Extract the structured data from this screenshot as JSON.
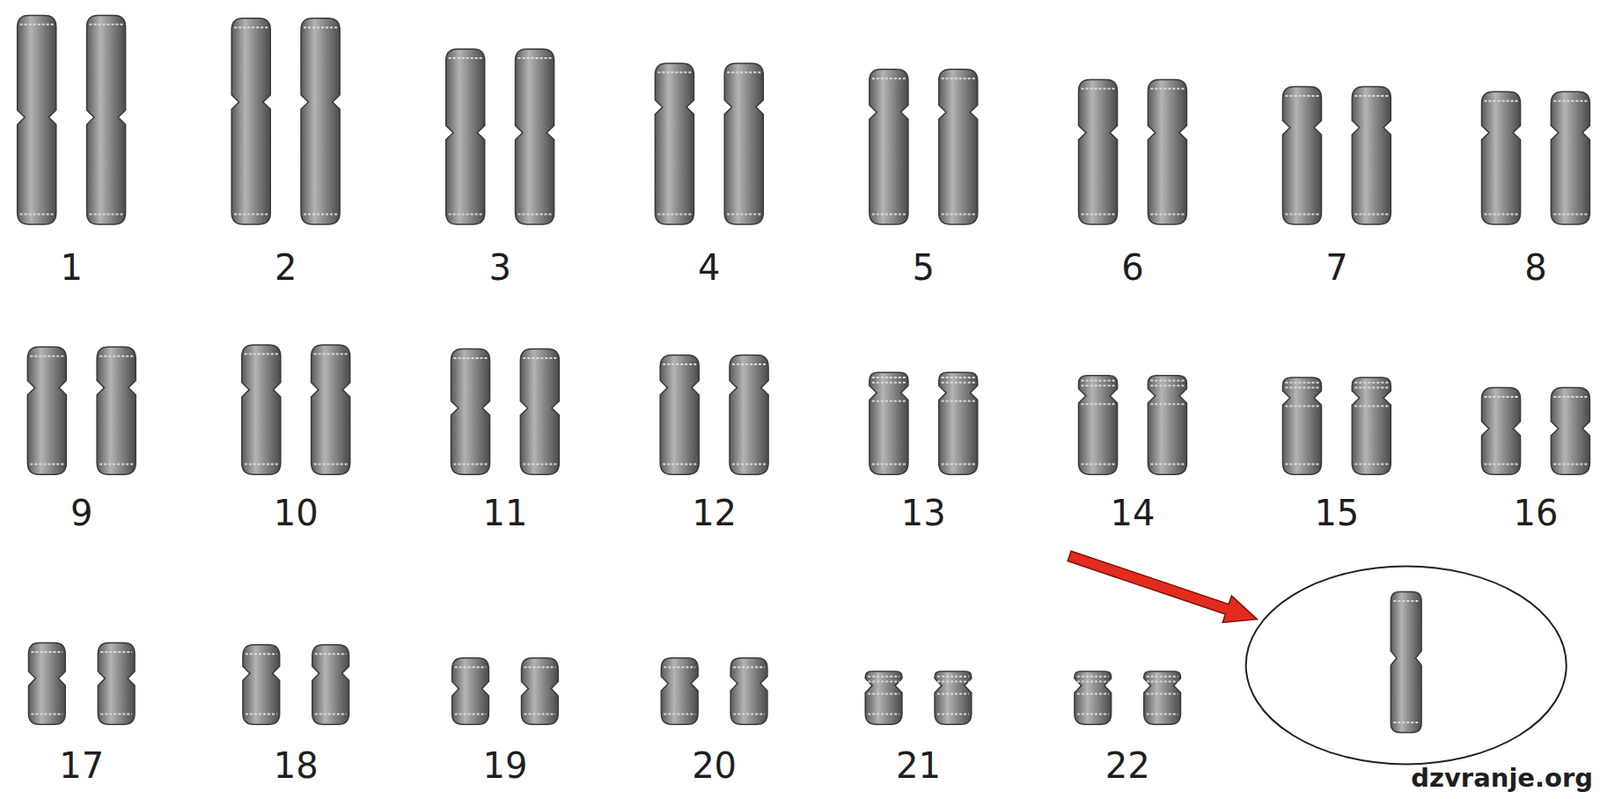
{
  "diagram": {
    "labels": [
      "1",
      "2",
      "3",
      "4",
      "5",
      "6",
      "7",
      "8",
      "9",
      "10",
      "11",
      "12",
      "13",
      "14",
      "15",
      "16",
      "17",
      "18",
      "19",
      "20",
      "21",
      "22",
      "dzvranje.org"
    ]
  }
}
